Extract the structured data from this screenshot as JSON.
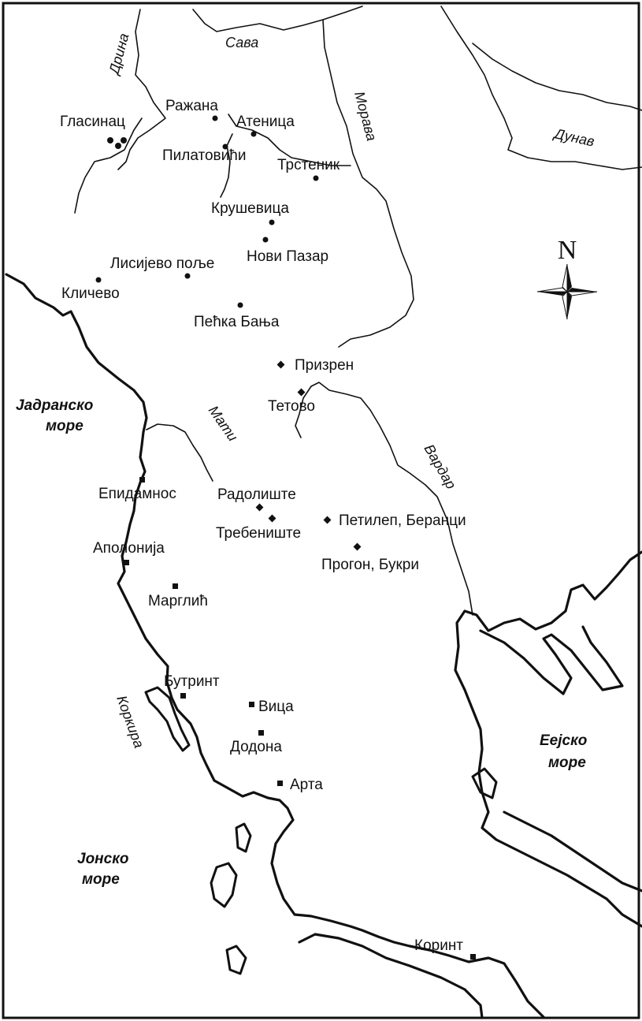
{
  "map": {
    "rivers": {
      "drina": "Дрина",
      "sava": "Сава",
      "morava": "Морава",
      "dunav": "Дунав",
      "mati": "Мати",
      "vardar": "Вардар",
      "korkira": "Коркира"
    },
    "seas": {
      "adriatic_line1": "Јадранско",
      "adriatic_line2": "море",
      "ionian_line1": "Јонско",
      "ionian_line2": "море",
      "aegean_line1": "Еејско",
      "aegean_line2": "море"
    },
    "compass": {
      "north": "N"
    },
    "sites": {
      "glasinac": "Гласинац",
      "razana": "Ражана",
      "atenica": "Атеница",
      "pilatovici": "Пилатовићи",
      "trstenik": "Трстеник",
      "krusevica": "Крушевица",
      "novi_pazar": "Нови Пазар",
      "lisijevo_polje": "Лисијево поље",
      "klicevo": "Кличево",
      "pecka_banja": "Пећка Бања",
      "prizren": "Призрен",
      "tetovo": "Тетово",
      "epidamnos": "Епидамнос",
      "radoliste": "Радолиште",
      "trebeniste": "Требениште",
      "petilep": "Петилеп, Беранци",
      "apolonija": "Аполонија",
      "progon": "Прогон, Букри",
      "marglic": "Марглић",
      "butrint": "Бутринт",
      "vica": "Вица",
      "dodona": "Додона",
      "arta": "Арта",
      "korint": "Коринт"
    }
  }
}
